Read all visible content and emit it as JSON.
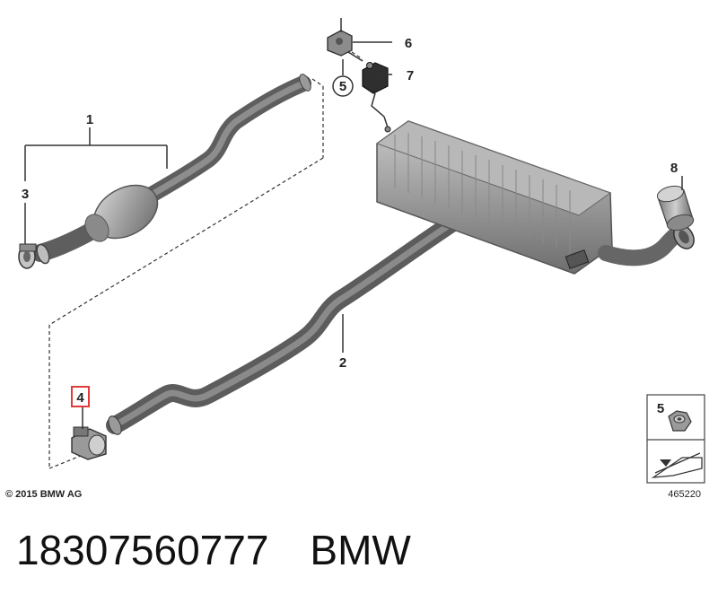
{
  "callouts": {
    "c1": "1",
    "c2": "2",
    "c3": "3",
    "c4": "4",
    "c5": "5",
    "c6": "6",
    "c7": "7",
    "c8": "8"
  },
  "legend": {
    "label": "5"
  },
  "copyright": "© 2015 BMW AG",
  "diagram_number": "465220",
  "footer": {
    "part_number": "18307560777",
    "brand": "BMW"
  },
  "colors": {
    "pipe": "#707070",
    "pipe_dark": "#4a4a4a",
    "muffler": "#9a9a9a",
    "highlight": "#e23b3b"
  }
}
